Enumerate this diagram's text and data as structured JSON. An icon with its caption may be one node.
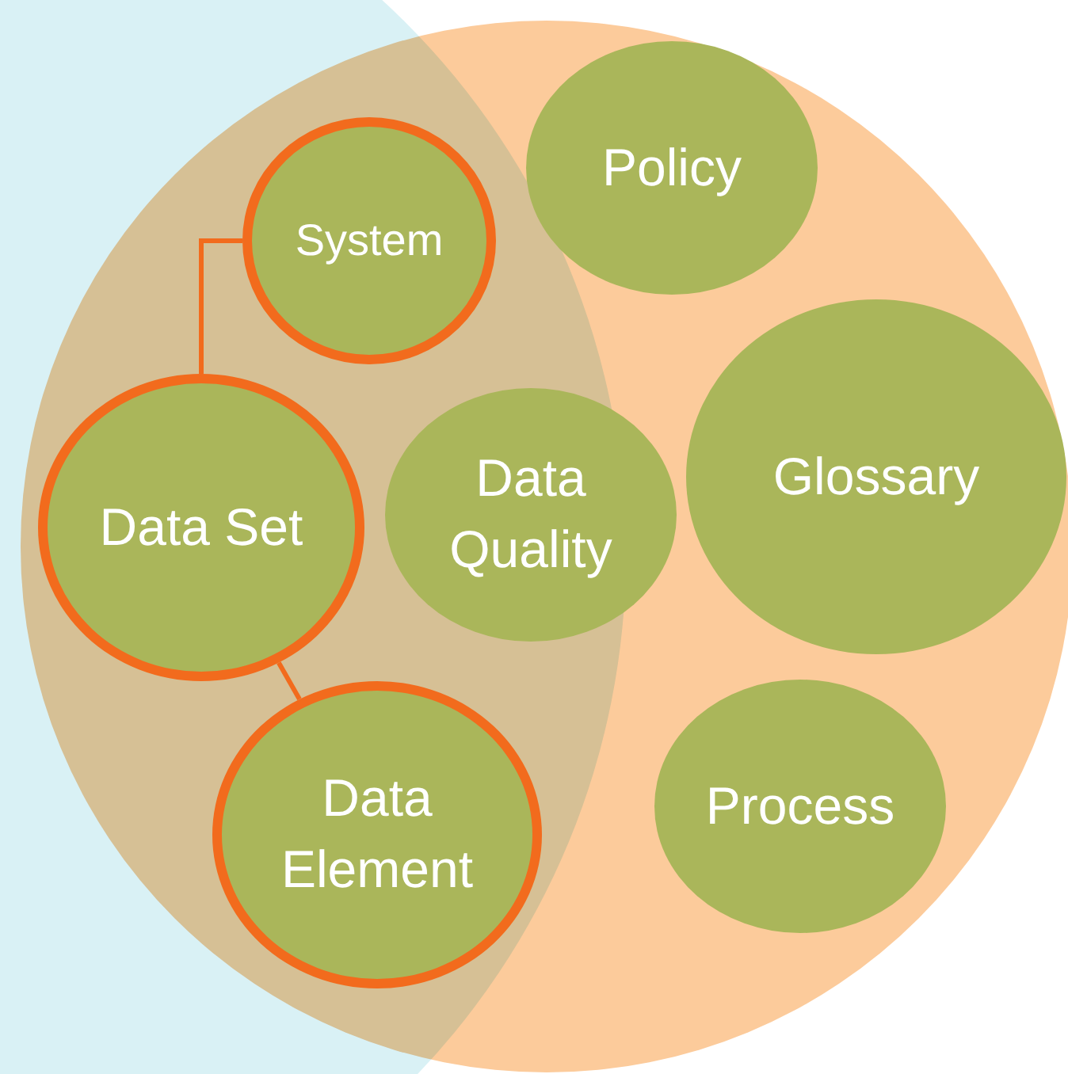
{
  "diagram": {
    "nodes": [
      {
        "text": [
          "Policy"
        ]
      },
      {
        "text": [
          "System"
        ]
      },
      {
        "text": [
          "Glossary"
        ]
      },
      {
        "text": [
          "Data Set"
        ]
      },
      {
        "text": [
          "Data Quality"
        ]
      },
      {
        "text": [
          "Data Element"
        ]
      },
      {
        "text": [
          "Process"
        ]
      }
    ],
    "edges": [
      {
        "from": 1,
        "to": 3,
        "arrow": "none",
        "color": "#f26b1d"
      },
      {
        "from": 3,
        "to": 5,
        "arrow": "none",
        "color": "#f26b1d"
      }
    ]
  }
}
